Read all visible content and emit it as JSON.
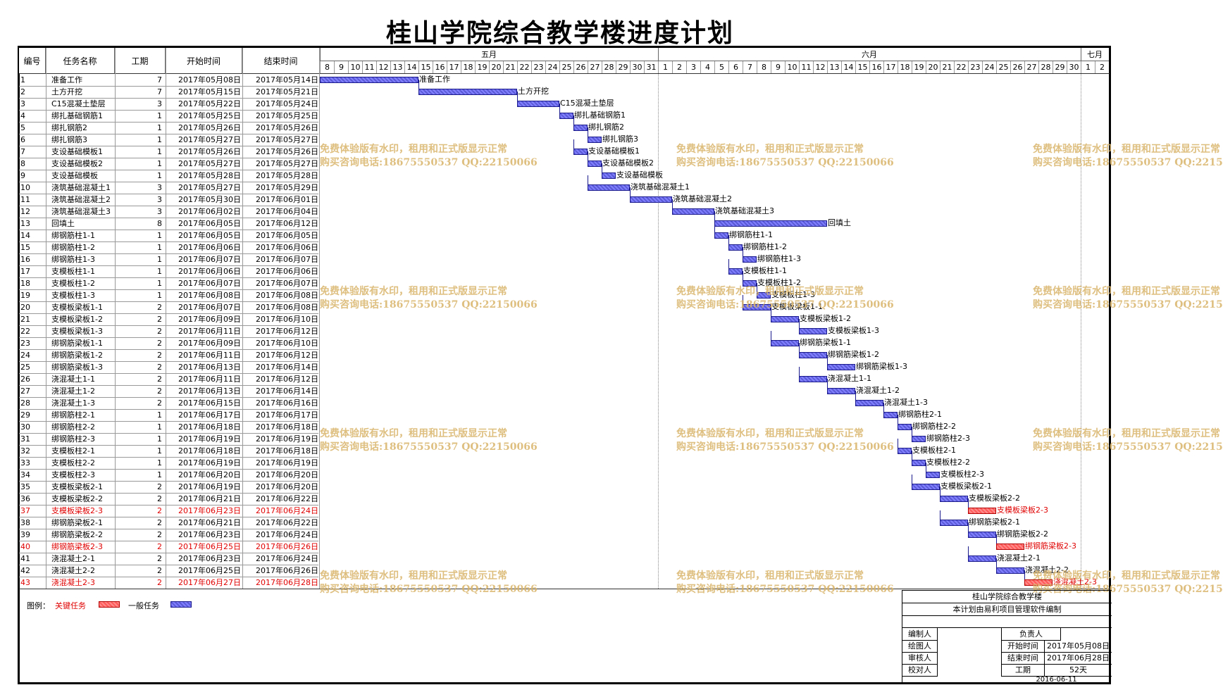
{
  "title": "桂山学院综合教学楼进度计划",
  "headers": {
    "id": "编号",
    "name": "任务名称",
    "duration": "工期",
    "start": "开始时间",
    "end": "结束时间"
  },
  "months": [
    {
      "label": "五月",
      "days": [
        "8",
        "9",
        "10",
        "11",
        "12",
        "13",
        "14",
        "15",
        "16",
        "17",
        "18",
        "19",
        "20",
        "21",
        "22",
        "23",
        "24",
        "25",
        "26",
        "27",
        "28",
        "29",
        "30",
        "31"
      ]
    },
    {
      "label": "六月",
      "days": [
        "1",
        "2",
        "3",
        "4",
        "5",
        "6",
        "7",
        "8",
        "9",
        "10",
        "11",
        "12",
        "13",
        "14",
        "15",
        "16",
        "17",
        "18",
        "19",
        "20",
        "21",
        "22",
        "23",
        "24",
        "25",
        "26",
        "27",
        "28",
        "29",
        "30"
      ]
    },
    {
      "label": "七月",
      "days": [
        "1",
        "2"
      ]
    }
  ],
  "chart_data": {
    "type": "gantt",
    "date_range": [
      "2017-05-08",
      "2017-07-02"
    ],
    "tasks": [
      {
        "id": "1",
        "name": "准备工作",
        "duration": "7",
        "start": "2017年05月08日",
        "end": "2017年05月14日",
        "s": "2017-05-08",
        "e": "2017-05-14",
        "critical": false
      },
      {
        "id": "2",
        "name": "土方开挖",
        "duration": "7",
        "start": "2017年05月15日",
        "end": "2017年05月21日",
        "s": "2017-05-15",
        "e": "2017-05-21",
        "critical": false
      },
      {
        "id": "3",
        "name": "C15混凝土垫层",
        "duration": "3",
        "start": "2017年05月22日",
        "end": "2017年05月24日",
        "s": "2017-05-22",
        "e": "2017-05-24",
        "critical": false
      },
      {
        "id": "4",
        "name": "绑扎基础钢筋1",
        "duration": "1",
        "start": "2017年05月25日",
        "end": "2017年05月25日",
        "s": "2017-05-25",
        "e": "2017-05-25",
        "critical": false
      },
      {
        "id": "5",
        "name": "绑扎钢筋2",
        "duration": "1",
        "start": "2017年05月26日",
        "end": "2017年05月26日",
        "s": "2017-05-26",
        "e": "2017-05-26",
        "critical": false
      },
      {
        "id": "6",
        "name": "绑扎钢筋3",
        "duration": "1",
        "start": "2017年05月27日",
        "end": "2017年05月27日",
        "s": "2017-05-27",
        "e": "2017-05-27",
        "critical": false
      },
      {
        "id": "7",
        "name": "支设基础模板1",
        "duration": "1",
        "start": "2017年05月26日",
        "end": "2017年05月26日",
        "s": "2017-05-26",
        "e": "2017-05-26",
        "critical": false
      },
      {
        "id": "8",
        "name": "支设基础模板2",
        "duration": "1",
        "start": "2017年05月27日",
        "end": "2017年05月27日",
        "s": "2017-05-27",
        "e": "2017-05-27",
        "critical": false
      },
      {
        "id": "9",
        "name": "支设基础模板",
        "duration": "1",
        "start": "2017年05月28日",
        "end": "2017年05月28日",
        "s": "2017-05-28",
        "e": "2017-05-28",
        "critical": false
      },
      {
        "id": "10",
        "name": "浇筑基础混凝土1",
        "duration": "3",
        "start": "2017年05月27日",
        "end": "2017年05月29日",
        "s": "2017-05-27",
        "e": "2017-05-29",
        "critical": false
      },
      {
        "id": "11",
        "name": "浇筑基础混凝土2",
        "duration": "3",
        "start": "2017年05月30日",
        "end": "2017年06月01日",
        "s": "2017-05-30",
        "e": "2017-06-01",
        "critical": false
      },
      {
        "id": "12",
        "name": "浇筑基础混凝土3",
        "duration": "3",
        "start": "2017年06月02日",
        "end": "2017年06月04日",
        "s": "2017-06-02",
        "e": "2017-06-04",
        "critical": false
      },
      {
        "id": "13",
        "name": "回填土",
        "duration": "8",
        "start": "2017年06月05日",
        "end": "2017年06月12日",
        "s": "2017-06-05",
        "e": "2017-06-12",
        "critical": false
      },
      {
        "id": "14",
        "name": "绑钢筋柱1-1",
        "duration": "1",
        "start": "2017年06月05日",
        "end": "2017年06月05日",
        "s": "2017-06-05",
        "e": "2017-06-05",
        "critical": false
      },
      {
        "id": "15",
        "name": "绑钢筋柱1-2",
        "duration": "1",
        "start": "2017年06月06日",
        "end": "2017年06月06日",
        "s": "2017-06-06",
        "e": "2017-06-06",
        "critical": false
      },
      {
        "id": "16",
        "name": "绑钢筋柱1-3",
        "duration": "1",
        "start": "2017年06月07日",
        "end": "2017年06月07日",
        "s": "2017-06-07",
        "e": "2017-06-07",
        "critical": false
      },
      {
        "id": "17",
        "name": "支模板柱1-1",
        "duration": "1",
        "start": "2017年06月06日",
        "end": "2017年06月06日",
        "s": "2017-06-06",
        "e": "2017-06-06",
        "critical": false
      },
      {
        "id": "18",
        "name": "支模板柱1-2",
        "duration": "1",
        "start": "2017年06月07日",
        "end": "2017年06月07日",
        "s": "2017-06-07",
        "e": "2017-06-07",
        "critical": false
      },
      {
        "id": "19",
        "name": "支模板柱1-3",
        "duration": "1",
        "start": "2017年06月08日",
        "end": "2017年06月08日",
        "s": "2017-06-08",
        "e": "2017-06-08",
        "critical": false
      },
      {
        "id": "20",
        "name": "支模板梁板1-1",
        "duration": "2",
        "start": "2017年06月07日",
        "end": "2017年06月08日",
        "s": "2017-06-07",
        "e": "2017-06-08",
        "critical": false
      },
      {
        "id": "21",
        "name": "支模板梁板1-2",
        "duration": "2",
        "start": "2017年06月09日",
        "end": "2017年06月10日",
        "s": "2017-06-09",
        "e": "2017-06-10",
        "critical": false
      },
      {
        "id": "22",
        "name": "支模板梁板1-3",
        "duration": "2",
        "start": "2017年06月11日",
        "end": "2017年06月12日",
        "s": "2017-06-11",
        "e": "2017-06-12",
        "critical": false
      },
      {
        "id": "23",
        "name": "绑钢筋梁板1-1",
        "duration": "2",
        "start": "2017年06月09日",
        "end": "2017年06月10日",
        "s": "2017-06-09",
        "e": "2017-06-10",
        "critical": false
      },
      {
        "id": "24",
        "name": "绑钢筋梁板1-2",
        "duration": "2",
        "start": "2017年06月11日",
        "end": "2017年06月12日",
        "s": "2017-06-11",
        "e": "2017-06-12",
        "critical": false
      },
      {
        "id": "25",
        "name": "绑钢筋梁板1-3",
        "duration": "2",
        "start": "2017年06月13日",
        "end": "2017年06月14日",
        "s": "2017-06-13",
        "e": "2017-06-14",
        "critical": false
      },
      {
        "id": "26",
        "name": "浇混凝土1-1",
        "duration": "2",
        "start": "2017年06月11日",
        "end": "2017年06月12日",
        "s": "2017-06-11",
        "e": "2017-06-12",
        "critical": false
      },
      {
        "id": "27",
        "name": "浇混凝土1-2",
        "duration": "2",
        "start": "2017年06月13日",
        "end": "2017年06月14日",
        "s": "2017-06-13",
        "e": "2017-06-14",
        "critical": false
      },
      {
        "id": "28",
        "name": "浇混凝土1-3",
        "duration": "2",
        "start": "2017年06月15日",
        "end": "2017年06月16日",
        "s": "2017-06-15",
        "e": "2017-06-16",
        "critical": false
      },
      {
        "id": "29",
        "name": "绑钢筋柱2-1",
        "duration": "1",
        "start": "2017年06月17日",
        "end": "2017年06月17日",
        "s": "2017-06-17",
        "e": "2017-06-17",
        "critical": false
      },
      {
        "id": "30",
        "name": "绑钢筋柱2-2",
        "duration": "1",
        "start": "2017年06月18日",
        "end": "2017年06月18日",
        "s": "2017-06-18",
        "e": "2017-06-18",
        "critical": false
      },
      {
        "id": "31",
        "name": "绑钢筋柱2-3",
        "duration": "1",
        "start": "2017年06月19日",
        "end": "2017年06月19日",
        "s": "2017-06-19",
        "e": "2017-06-19",
        "critical": false
      },
      {
        "id": "32",
        "name": "支模板柱2-1",
        "duration": "1",
        "start": "2017年06月18日",
        "end": "2017年06月18日",
        "s": "2017-06-18",
        "e": "2017-06-18",
        "critical": false
      },
      {
        "id": "33",
        "name": "支模板柱2-2",
        "duration": "1",
        "start": "2017年06月19日",
        "end": "2017年06月19日",
        "s": "2017-06-19",
        "e": "2017-06-19",
        "critical": false
      },
      {
        "id": "34",
        "name": "支模板柱2-3",
        "duration": "1",
        "start": "2017年06月20日",
        "end": "2017年06月20日",
        "s": "2017-06-20",
        "e": "2017-06-20",
        "critical": false
      },
      {
        "id": "35",
        "name": "支模板梁板2-1",
        "duration": "2",
        "start": "2017年06月19日",
        "end": "2017年06月20日",
        "s": "2017-06-19",
        "e": "2017-06-20",
        "critical": false
      },
      {
        "id": "36",
        "name": "支模板梁板2-2",
        "duration": "2",
        "start": "2017年06月21日",
        "end": "2017年06月22日",
        "s": "2017-06-21",
        "e": "2017-06-22",
        "critical": false
      },
      {
        "id": "37",
        "name": "支模板梁板2-3",
        "duration": "2",
        "start": "2017年06月23日",
        "end": "2017年06月24日",
        "s": "2017-06-23",
        "e": "2017-06-24",
        "critical": true
      },
      {
        "id": "38",
        "name": "绑钢筋梁板2-1",
        "duration": "2",
        "start": "2017年06月21日",
        "end": "2017年06月22日",
        "s": "2017-06-21",
        "e": "2017-06-22",
        "critical": false
      },
      {
        "id": "39",
        "name": "绑钢筋梁板2-2",
        "duration": "2",
        "start": "2017年06月23日",
        "end": "2017年06月24日",
        "s": "2017-06-23",
        "e": "2017-06-24",
        "critical": false
      },
      {
        "id": "40",
        "name": "绑钢筋梁板2-3",
        "duration": "2",
        "start": "2017年06月25日",
        "end": "2017年06月26日",
        "s": "2017-06-25",
        "e": "2017-06-26",
        "critical": true
      },
      {
        "id": "41",
        "name": "浇混凝土2-1",
        "duration": "2",
        "start": "2017年06月23日",
        "end": "2017年06月24日",
        "s": "2017-06-23",
        "e": "2017-06-24",
        "critical": false
      },
      {
        "id": "42",
        "name": "浇混凝土2-2",
        "duration": "2",
        "start": "2017年06月25日",
        "end": "2017年06月26日",
        "s": "2017-06-25",
        "e": "2017-06-26",
        "critical": false
      },
      {
        "id": "43",
        "name": "浇混凝土2-3",
        "duration": "2",
        "start": "2017年06月27日",
        "end": "2017年06月28日",
        "s": "2017-06-27",
        "e": "2017-06-28",
        "critical": true
      }
    ],
    "colors": {
      "critical": "#ff5a5a",
      "normal": "#6b6bf0",
      "critical_text": "#e00000"
    }
  },
  "watermark": {
    "line1": "免费体验版有水印，租用和正式版显示正常",
    "line2": "购买咨询电话:18675550537 QQ:22150066"
  },
  "legend": {
    "label": "图例：",
    "critical": "关键任务",
    "normal": "一般任务"
  },
  "titleblock": {
    "project": "桂山学院综合教学楼",
    "note": "本计划由易利项目管理软件编制",
    "compiler": "编制人",
    "owner": "负责人",
    "drawer": "绘图人",
    "start_label": "开始时间",
    "start_value": "2017年05月08日",
    "reviewer": "审核人",
    "end_label": "结束时间",
    "end_value": "2017年06月28日",
    "checker": "校对人",
    "duration_label": "工期",
    "duration_value": "52天",
    "date": "2016-06-11"
  }
}
